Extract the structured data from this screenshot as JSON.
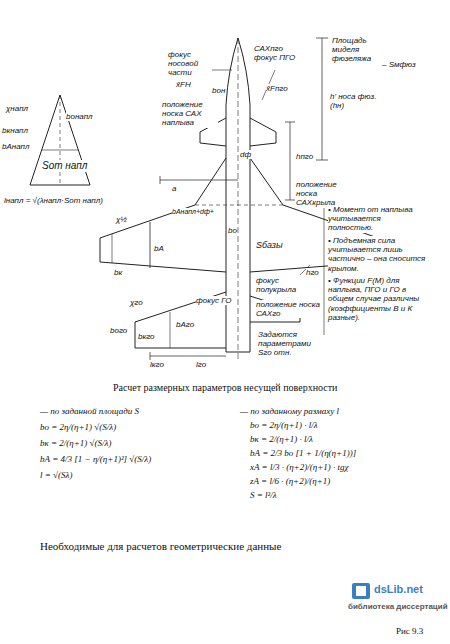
{
  "diagram": {
    "caption": "Расчет размерных параметров несущей поверхности",
    "labels": [
      "фокус носовой части",
      "x̄FH",
      "bон",
      "САХпго фокус ПГО",
      "x̄Fпго",
      "положение носка САХ наплыва",
      "Площадь миделя фюзеляжа",
      "– Sмфюз",
      "h' носа фюз. (hн)",
      "dф",
      "hпго",
      "положение носка САХкрыла",
      "χнапл",
      "bкнапл",
      "bАнапл",
      "bонапл",
      "Sот напл",
      "lнапл = √(λнапл·Sот напл)",
      "a",
      "bАнапл+dф+",
      "χ½",
      "bо",
      "bк",
      "bА",
      "Sбазы",
      "фокус полукрыла",
      "hго",
      "фокус ГО",
      "положение носка САХго",
      "χго",
      "bого",
      "bкго",
      "bАго",
      "lкго",
      "lго",
      "Задаются параметрами Sго отн.",
      "• Момент от наплыва учитывается полностью.",
      "• Подъемная сила учитывается лишь частично – она сносится крылом.",
      "• Функции F(M) для наплыва, ПГО и ГО в общем случае различны (коэффициенты В и К разные).",
      "— по заданной площади S",
      "bо = 2η/(η+1) √(S/λ)",
      "bк = 2/(η+1) √(S/λ)",
      "bА = 4/3 [1 − η/(η+1)²] √(S/λ)",
      "l = √(Sλ)",
      "— по заданному размаху l",
      "bо = 2η/(η+1) · l/λ",
      "bк = 2/(η+1) · l/λ",
      "bА = 2/3 bо [1 + 1/(η(η+1))]",
      "xA = l/3 · (η+2)/(η+1) · tgχ",
      "zA = l/6 · (η+2)/(η+1)",
      "S = l²/λ",
      "Необходимые для расчетов геометрические данные",
      "dsLib.net",
      "библиотека диссертаций",
      "Рис 9.3"
    ]
  }
}
